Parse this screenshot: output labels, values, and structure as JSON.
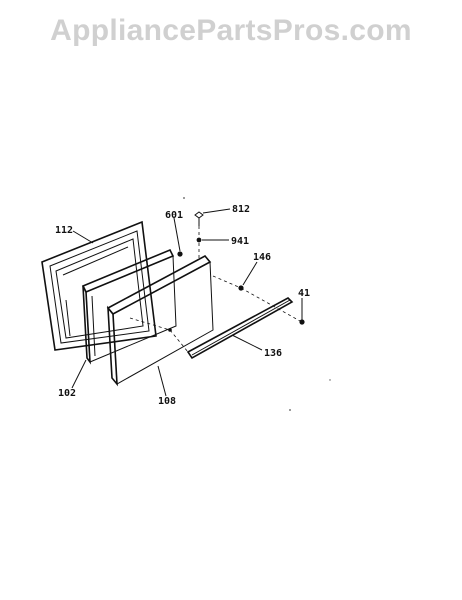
{
  "watermark": "AppliancePartsPros.com",
  "colors": {
    "ink": "#111111",
    "watermark": "#d0d0d0",
    "background": "#ffffff"
  },
  "parts": [
    {
      "id": "112",
      "label": "112"
    },
    {
      "id": "601",
      "label": "601"
    },
    {
      "id": "812",
      "label": "812"
    },
    {
      "id": "941",
      "label": "941"
    },
    {
      "id": "146",
      "label": "146"
    },
    {
      "id": "41",
      "label": "41"
    },
    {
      "id": "136",
      "label": "136"
    },
    {
      "id": "102",
      "label": "102"
    },
    {
      "id": "108",
      "label": "108"
    }
  ]
}
